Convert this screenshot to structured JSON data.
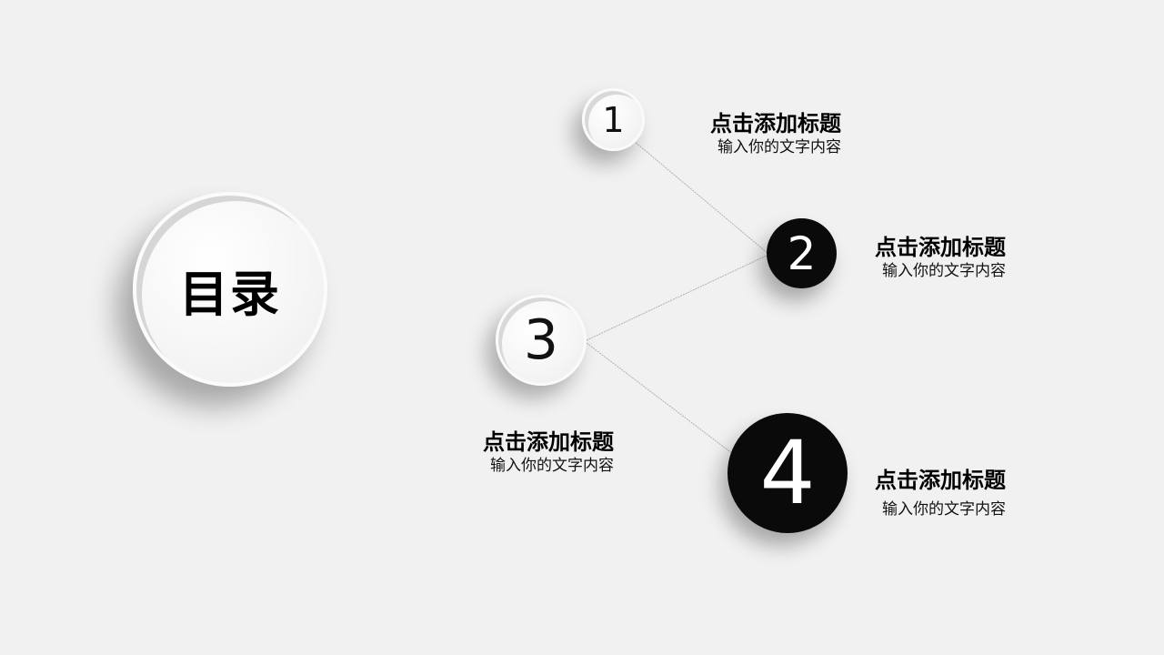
{
  "slide": {
    "title": "目录",
    "background_color": "#f1f1f1",
    "items": [
      {
        "number": "1",
        "style": "light",
        "heading": "点击添加标题",
        "subtitle": "输入你的文字内容"
      },
      {
        "number": "2",
        "style": "dark",
        "heading": "点击添加标题",
        "subtitle": "输入你的文字内容"
      },
      {
        "number": "3",
        "style": "light",
        "heading": "点击添加标题",
        "subtitle": "输入你的文字内容"
      },
      {
        "number": "4",
        "style": "dark",
        "heading": "点击添加标题",
        "subtitle": "输入你的文字内容"
      }
    ],
    "connectors": [
      {
        "from": "1",
        "to": "2"
      },
      {
        "from": "3",
        "to": "2"
      },
      {
        "from": "3",
        "to": "4"
      }
    ],
    "colors": {
      "dark_circle": "#0a0a0a",
      "light_circle": "#f6f6f6",
      "connector": "#b0b0b0"
    }
  }
}
